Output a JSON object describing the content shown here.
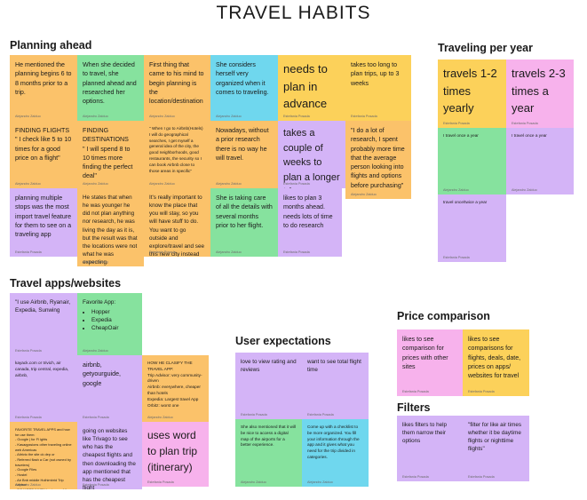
{
  "title": "TRAVEL HABITS",
  "sections": {
    "planning": "Planning ahead",
    "per_year": "Traveling per year",
    "apps": "Travel apps/websites",
    "expectations": "User expectations",
    "price": "Price comparison",
    "filters": "Filters"
  },
  "planning": [
    {
      "text": "He mentioned the planning begins 6 to 8 months prior to a trip.",
      "author": "Alejandro Zalduo"
    },
    {
      "text": "When she decided to travel, she planned ahead and researched her options.",
      "author": "Alejandro Zalduo"
    },
    {
      "text": "First thing that came to his mind to begin planning is the location/destination",
      "author": "Alejandro Zalduo"
    },
    {
      "text": "She considers herself very organized when it comes to traveling.",
      "author": "Alejandro Zalduo"
    },
    {
      "text": "needs to plan in advance",
      "author": "Estefania Posada"
    },
    {
      "text": "takes too long to plan trips, up to 3 weeks",
      "author": "Estefania Posada"
    },
    {
      "text": "FINDING FLIGHTS\n\" I check like 5 to 10 times for a good price on a flight\"",
      "author": "Alejandro Zalduo"
    },
    {
      "text": "FINDING DESTINATIONS\n\" I will spend 8 to 10 times more finding the perfect deal\"",
      "author": "Alejandro Zalduo"
    },
    {
      "text": "\" When I go to Airbnb(Hotels) I will do geographical searches, I get myself a general idea of the city, the good neighborhoods, good restaurants, the security so I can book Airbnb close to those areas in specific\"",
      "author": "Alejandro Zalduo"
    },
    {
      "text": "Nowadays, without a prior research there is no way he will travel.",
      "author": "Alejandro Zalduo"
    },
    {
      "text": "takes a couple of weeks to plan a longer trip",
      "author": "Estefania Posada"
    },
    {
      "text": "\"I do a lot of research, I spent probably more time that the average person looking into flights and options before purchasing\"",
      "author": "Alejandro Zalduo"
    },
    {
      "text": "planning multiple stops was the most import travel feature for them to see on a traveling app",
      "author": "Estefania Posada"
    },
    {
      "text": "He states that when he was younger he did not plan anything nor research, he was living the day as it is,\nbut the result was that the locations were not what he was expecting.",
      "author": "Alejandro Zalduo"
    },
    {
      "text": "It's really important to know the place that you will stay, so you will have stuff to do. You want to go outside and explore/travel and see this new city instead of sitting at home",
      "author": "Estefania Posada"
    },
    {
      "text": "She is taking care of all the details with several months prior to her flight.",
      "author": "Alejandro Zalduo"
    },
    {
      "text": "likes to plan 3 months ahead. needs lots of time to do research",
      "author": "Estefania Posada"
    }
  ],
  "per_year": [
    {
      "text": "travels 1-2 times yearly",
      "author": "Estefania Posada"
    },
    {
      "text": "travels 2-3 times a year",
      "author": "Estefania Posada"
    },
    {
      "text": "I travel once a year",
      "author": "Alejandro Zalduo"
    },
    {
      "text": "I travel once a year",
      "author": "Alejandro Zalduo"
    },
    {
      "text": "travel once/twice a year",
      "author": "Estefania Posada"
    }
  ],
  "apps": [
    {
      "text": "\"I use Airbnb, Ryanair, Expedia, Sunwing",
      "author": "Estefania Posada"
    },
    {
      "text": "Favorite App:",
      "items": [
        "Hopper",
        "Expedia",
        "CheapOair"
      ],
      "author": "Alejandro Zalduo"
    },
    {
      "text": "kayack.com or trivich, air canada, trip central, expedia, airbnb,",
      "author": "Estefania Posada"
    },
    {
      "text": "airbnb, getyourguide, google",
      "author": "Estefania Posada"
    },
    {
      "text": "HOW HE CLASIFY THE TRAVEL APP:\nTrip Advisor: very community-driven\nAirbnb: everywhere, cheaper than hotels\nExpedia: Largest travel App\nOrbitz: worst one",
      "author": "Alejandro Zalduo"
    },
    {
      "text": "FAVORITE TRAVEL APPS and how he use them:\n- Google | for Fl ights\n- Kasaqyssions  other traveling online web Americas\n- Aitrivio  the site ck  dep or\n- Referred flash a Car (not owned by travelers)\n- Google Files\n- Hostel\n- Air Bnb middle Hoihimbrid  Trip Advisor\n- DO MORE WHEN business of the AirBnB",
      "author": "Alejandro Zalduo"
    },
    {
      "text": "going on websites like Trivago to see who has the cheapest flights and then downloading the app mentioned that has the cheapest flight",
      "author": "Estefania Posada"
    },
    {
      "text": "uses word to plan trip (itinerary)",
      "author": "Estefania Posada"
    }
  ],
  "expectations": [
    {
      "text": "love to view rating and reviews",
      "author": "Estefania Posada"
    },
    {
      "text": "want to see total flight time",
      "author": "Estefania Posada"
    },
    {
      "text": "She also mentioned that it will be nice to access a digital map of the airports for a better experience.",
      "author": "Alejandro Zalduo"
    },
    {
      "text": "Come up with a checklist to be more organized. You fill your information through the app and it gives what you need for the trip divided in categories.",
      "author": "Alejandro Zalduo"
    }
  ],
  "price": [
    {
      "text": "likes to see comparison for prices with other sites",
      "author": "Estefania Posada"
    },
    {
      "text": "likes to see comparisons for flights, deals, date, prices on apps/ websites for travel",
      "author": "Estefania Posada"
    }
  ],
  "filters": [
    {
      "text": "likes filters to help them narrow their options",
      "author": "Estefania Posada"
    },
    {
      "text": "\"filter for like air times whether it be daytime flights or nighttime flights\"",
      "author": "Estefania Posada"
    }
  ]
}
